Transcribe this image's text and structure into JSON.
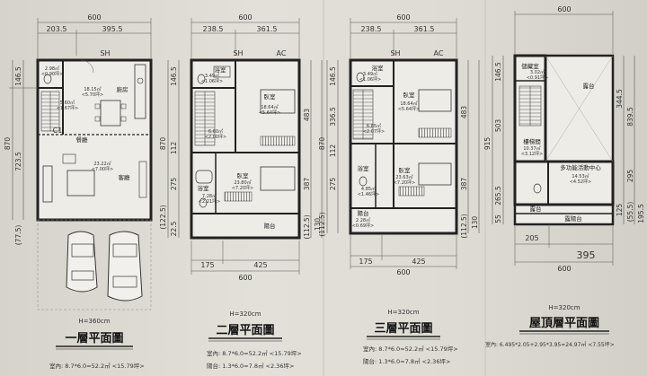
{
  "floors": [
    {
      "id": "f1",
      "height": "H=360cm",
      "title": "一層平面圖",
      "spec1": "室內: 8.7*6.0=52.2㎡ <15.79坪>",
      "spec2": "",
      "top_dims": {
        "total": "600",
        "left": "203.5",
        "right": "395.5"
      },
      "left_dims": [
        "870",
        "146.5",
        "723.5",
        "(77.5)"
      ],
      "rooms": [
        {
          "name": "廚房",
          "area": "18.15㎡",
          "ping": "<5.70坪>"
        },
        {
          "name": "餐廳",
          "area": "",
          "ping": ""
        },
        {
          "name": "客廳",
          "area": "23.22㎡",
          "ping": "<7.00坪>"
        },
        {
          "name": "",
          "area": "2.98㎡",
          "ping": "<0.90坪>"
        },
        {
          "name": "",
          "area": "5.60㎡",
          "ping": "<1.67坪>"
        }
      ],
      "marks": [
        "SH",
        "C1"
      ]
    },
    {
      "id": "f2",
      "height": "H=320cm",
      "title": "二層平面圖",
      "spec1": "室內: 8.7*6.0=52.2㎡ <15.79坪>",
      "spec2": "陽台: 1.3*6.0=7.8㎡ <2.36坪>",
      "top_dims": {
        "total": "600",
        "left": "238.5",
        "right": "361.5"
      },
      "left_dims": [
        "870",
        "146.5",
        "275",
        "112",
        "(122.5)",
        "22.5"
      ],
      "right_dims": [
        "483",
        "387",
        "130",
        "(112.5)"
      ],
      "bottom_dims": {
        "total": "600",
        "left": "175",
        "right": "425"
      },
      "rooms": [
        {
          "name": "浴室",
          "area": "3.49㎡",
          "ping": "<1.06坪>"
        },
        {
          "name": "臥室",
          "area": "18.64㎡",
          "ping": "<5.64坪>"
        },
        {
          "name": "臥室",
          "area": "23.80㎡",
          "ping": "<7.20坪>"
        },
        {
          "name": "浴室",
          "area": "7.28㎡",
          "ping": "<2.21坪>"
        },
        {
          "name": "陽台",
          "area": "",
          "ping": ""
        },
        {
          "name": "",
          "area": "6.60㎡",
          "ping": "<2.00坪>"
        }
      ],
      "marks": [
        "SH",
        "AC"
      ]
    },
    {
      "id": "f3",
      "height": "H=320cm",
      "title": "三層平面圖",
      "spec1": "室內: 8.7*6.0=52.2㎡ <15.79坪>",
      "spec2": "陽台: 1.3*6.0=7.8㎡ <2.36坪>",
      "top_dims": {
        "total": "600",
        "left": "238.5",
        "right": "361.5"
      },
      "left_dims": [
        "870",
        "146.5",
        "336.5",
        "112",
        "275",
        "(112.5)"
      ],
      "right_dims": [
        "483",
        "387",
        "130",
        "(112.5)"
      ],
      "bottom_dims": {
        "total": "600",
        "left": "175",
        "right": "425"
      },
      "rooms": [
        {
          "name": "浴室",
          "area": "3.49㎡",
          "ping": "<1.06坪>"
        },
        {
          "name": "臥室",
          "area": "18.64㎡",
          "ping": "<5.64坪>"
        },
        {
          "name": "臥室",
          "area": "23.63㎡",
          "ping": "<7.20坪>"
        },
        {
          "name": "浴室",
          "area": "4.85㎡",
          "ping": "<1.46坪>"
        },
        {
          "name": "陽台",
          "area": "2.28㎡",
          "ping": "<0.69坪>"
        },
        {
          "name": "",
          "area": "6.85㎡",
          "ping": "<2.07坪>"
        }
      ],
      "marks": [
        "SH",
        "AC"
      ]
    },
    {
      "id": "f4",
      "height": "H=320cm",
      "title": "屋頂層平面圖",
      "spec1": "室內: 6.495*2.05+2.95*3.95=24.97㎡ <7.55坪>",
      "spec2": "",
      "top_dims": {
        "total": "600",
        "left": "",
        "right": ""
      },
      "left_dims": [
        "146.5",
        "503",
        "915",
        "265.5",
        "55"
      ],
      "right_dims": [
        "344.5",
        "839.5",
        "295",
        "125",
        "(55.5)",
        "195.5"
      ],
      "bottom_dims": {
        "total": "600",
        "left": "205",
        "right": "395"
      },
      "rooms": [
        {
          "name": "儲藏室",
          "area": "3.02㎡",
          "ping": "<0.91坪>"
        },
        {
          "name": "露台",
          "area": "",
          "ping": ""
        },
        {
          "name": "樓梯間",
          "area": "10.37㎡",
          "ping": "<3.12坪>"
        },
        {
          "name": "多功能活動中心",
          "area": "14.53㎡",
          "ping": "<4.52坪>"
        },
        {
          "name": "露台",
          "area": "",
          "ping": ""
        },
        {
          "name": "露陽台",
          "area": "",
          "ping": ""
        }
      ],
      "marks": []
    }
  ]
}
